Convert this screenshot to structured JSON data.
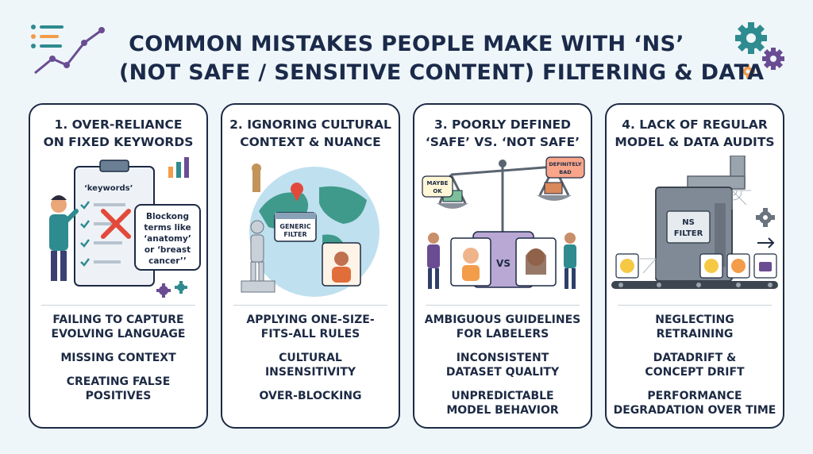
{
  "title": {
    "line1": "COMMON MISTAKES PEOPLE MAKE WITH ‘NS’",
    "line2": "(NOT SAFE / SENSITIVE CONTENT) FILTERING & DATA"
  },
  "cards": [
    {
      "heading": [
        "1. OVER-RELIANCE",
        "ON FIXED KEYWORDS"
      ],
      "illus": {
        "keywords_label": "‘keywords’",
        "bubble": [
          "Blockong",
          "terms like",
          "‘anatomy’",
          "or ‘breast",
          "cancer’’"
        ]
      },
      "points": [
        [
          "FAILING TO CAPTURE",
          "EVOLVING LANGUAGE"
        ],
        [
          "MISSING CONTEXT"
        ],
        [
          "CREATING FALSE",
          "POSITIVES"
        ]
      ]
    },
    {
      "heading": [
        "2. IGNORING CULTURAL",
        "CONTEXT & NUANCE"
      ],
      "illus": {
        "filter_label": [
          "GENERIC",
          "FILTER"
        ]
      },
      "points": [
        [
          "APPLYING ONE-SIZE-",
          "FITS-ALL RULES"
        ],
        [
          "CULTURAL",
          "INSENSITIVITY"
        ],
        [
          "OVER-BLOCKING"
        ]
      ]
    },
    {
      "heading": [
        "3. POORLY DEFINED",
        "‘SAFE’ VS. ‘NOT SAFE’"
      ],
      "illus": {
        "left_bubble": [
          "MAYBE",
          "OK"
        ],
        "right_bubble": [
          "DEFINITELY",
          "BAD"
        ],
        "vs": "VS"
      },
      "points": [
        [
          "AMBIGUOUS GUIDELINES",
          "FOR LABELERS"
        ],
        [
          "INCONSISTENT",
          "DATASET QUALITY"
        ],
        [
          "UNPREDICTABLE",
          "MODEL BEHAVIOR"
        ]
      ]
    },
    {
      "heading": [
        "4. LACK OF REGULAR",
        "MODEL & DATA AUDITS"
      ],
      "illus": {
        "machine_label": [
          "NS",
          "FILTER"
        ]
      },
      "points": [
        [
          "NEGLECTING",
          "RETRAINING"
        ],
        [
          "DATADRIFT &",
          "CONCEPT DRIFT"
        ],
        [
          "PERFORMANCE",
          "DEGRADATION OVER TIME"
        ]
      ]
    }
  ],
  "colors": {
    "navy": "#1d2a44",
    "teal": "#2e8b8f",
    "red": "#e2493b",
    "orange": "#f39c4a",
    "purple": "#6a4c93",
    "background": "#eef6f9"
  },
  "icons": [
    "line-chart-icon",
    "gear-icon",
    "clipboard-icon",
    "cross-icon",
    "globe-icon",
    "statue-icon",
    "scale-icon",
    "person-icon",
    "machine-icon",
    "conveyor-icon",
    "emoji-icon",
    "cobweb-icon"
  ]
}
